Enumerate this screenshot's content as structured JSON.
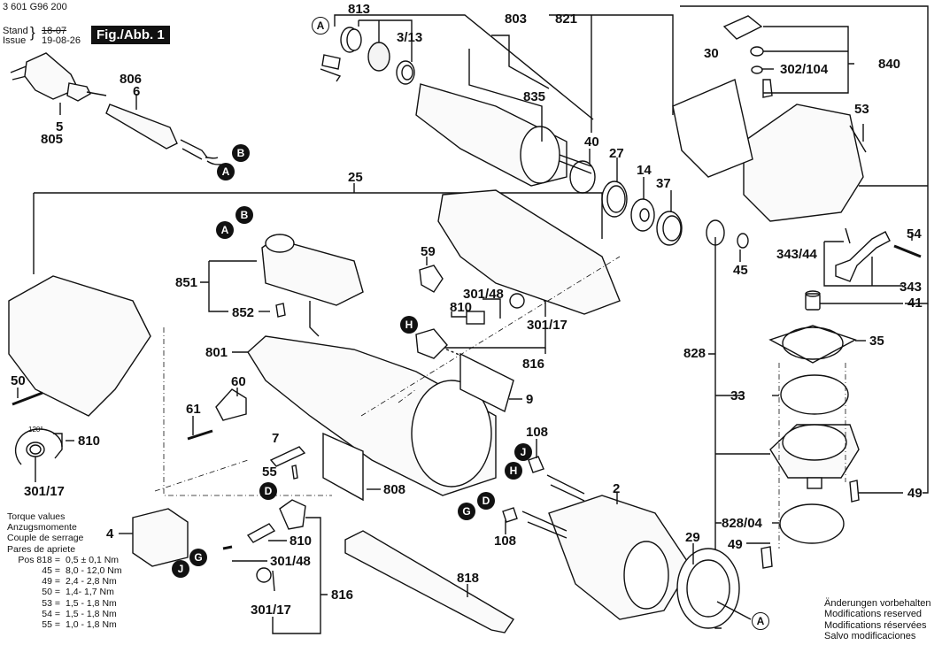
{
  "header": {
    "doc_number": "3 601 G96 200",
    "stand_label": "Stand",
    "issue_label": "Issue",
    "old_date": "18-07",
    "issue_date": "19-08-26",
    "figure": "Fig./Abb. 1"
  },
  "torque": {
    "titles": [
      "Torque values",
      "Anzugsmomente",
      "Couple de serrage",
      "Pares de apriete"
    ],
    "rows": [
      {
        "pos": "Pos 818 =",
        "value": "0,5 ± 0,1 Nm"
      },
      {
        "pos": "45 =",
        "value": "8,0 - 12,0 Nm"
      },
      {
        "pos": "49 =",
        "value": "2,4 - 2,8 Nm"
      },
      {
        "pos": "50 =",
        "value": "1,4- 1,7 Nm"
      },
      {
        "pos": "53 =",
        "value": "1,5 - 1,8 Nm"
      },
      {
        "pos": "54 =",
        "value": "1,5 - 1,8 Nm"
      },
      {
        "pos": "55 =",
        "value": "1,0 - 1,8 Nm"
      }
    ]
  },
  "notes": [
    "Änderungen vorbehalten",
    "Modifications reserved",
    "Modifications réservées",
    "Salvo modificaciones"
  ],
  "angle_label": "120°",
  "parts": [
    {
      "id": "813"
    },
    {
      "id": "803"
    },
    {
      "id": "821"
    },
    {
      "id": "3/13"
    },
    {
      "id": "835"
    },
    {
      "id": "806"
    },
    {
      "id": "6"
    },
    {
      "id": "5"
    },
    {
      "id": "805"
    },
    {
      "id": "30"
    },
    {
      "id": "302/104"
    },
    {
      "id": "840"
    },
    {
      "id": "53"
    },
    {
      "id": "40"
    },
    {
      "id": "27"
    },
    {
      "id": "14"
    },
    {
      "id": "37"
    },
    {
      "id": "25"
    },
    {
      "id": "851"
    },
    {
      "id": "852"
    },
    {
      "id": "59"
    },
    {
      "id": "301/48"
    },
    {
      "id": "810"
    },
    {
      "id": "301/17"
    },
    {
      "id": "816"
    },
    {
      "id": "343/44"
    },
    {
      "id": "54"
    },
    {
      "id": "45"
    },
    {
      "id": "343"
    },
    {
      "id": "41"
    },
    {
      "id": "35"
    },
    {
      "id": "828"
    },
    {
      "id": "33"
    },
    {
      "id": "49"
    },
    {
      "id": "828/04"
    },
    {
      "id": "801"
    },
    {
      "id": "60"
    },
    {
      "id": "61"
    },
    {
      "id": "50"
    },
    {
      "id": "7"
    },
    {
      "id": "55"
    },
    {
      "id": "9"
    },
    {
      "id": "108"
    },
    {
      "id": "2"
    },
    {
      "id": "808"
    },
    {
      "id": "4"
    },
    {
      "id": "818"
    },
    {
      "id": "29"
    }
  ],
  "labels": {
    "p813": "813",
    "p803": "803",
    "p821": "821",
    "p313": "3/13",
    "p835": "835",
    "p806": "806",
    "p6": "6",
    "p5": "5",
    "p805": "805",
    "p30": "30",
    "p302": "302/104",
    "p840": "840",
    "p53": "53",
    "p40": "40",
    "p27": "27",
    "p14": "14",
    "p37": "37",
    "p25": "25",
    "p851": "851",
    "p852": "852",
    "p59": "59",
    "p30148a": "301/48",
    "p810a": "810",
    "p30117a": "301/17",
    "p816a": "816",
    "p34344": "343/44",
    "p54": "54",
    "p45": "45",
    "p343": "343",
    "p41": "41",
    "p35": "35",
    "p828": "828",
    "p33": "33",
    "p49a": "49",
    "p82804": "828/04",
    "p49b": "49",
    "p801": "801",
    "p60": "60",
    "p61": "61",
    "p50": "50",
    "p7": "7",
    "p55": "55",
    "p9": "9",
    "p108a": "108",
    "p108b": "108",
    "p2": "2",
    "p808": "808",
    "p4": "4",
    "p810b": "810",
    "p30117b": "301/17",
    "p810c": "810",
    "p30148c": "301/48",
    "p30117c": "301/17",
    "p816c": "816",
    "p818": "818",
    "p29": "29"
  },
  "connectors": {
    "A": "A",
    "B": "B",
    "D": "D",
    "G": "G",
    "H": "H",
    "J": "J"
  }
}
